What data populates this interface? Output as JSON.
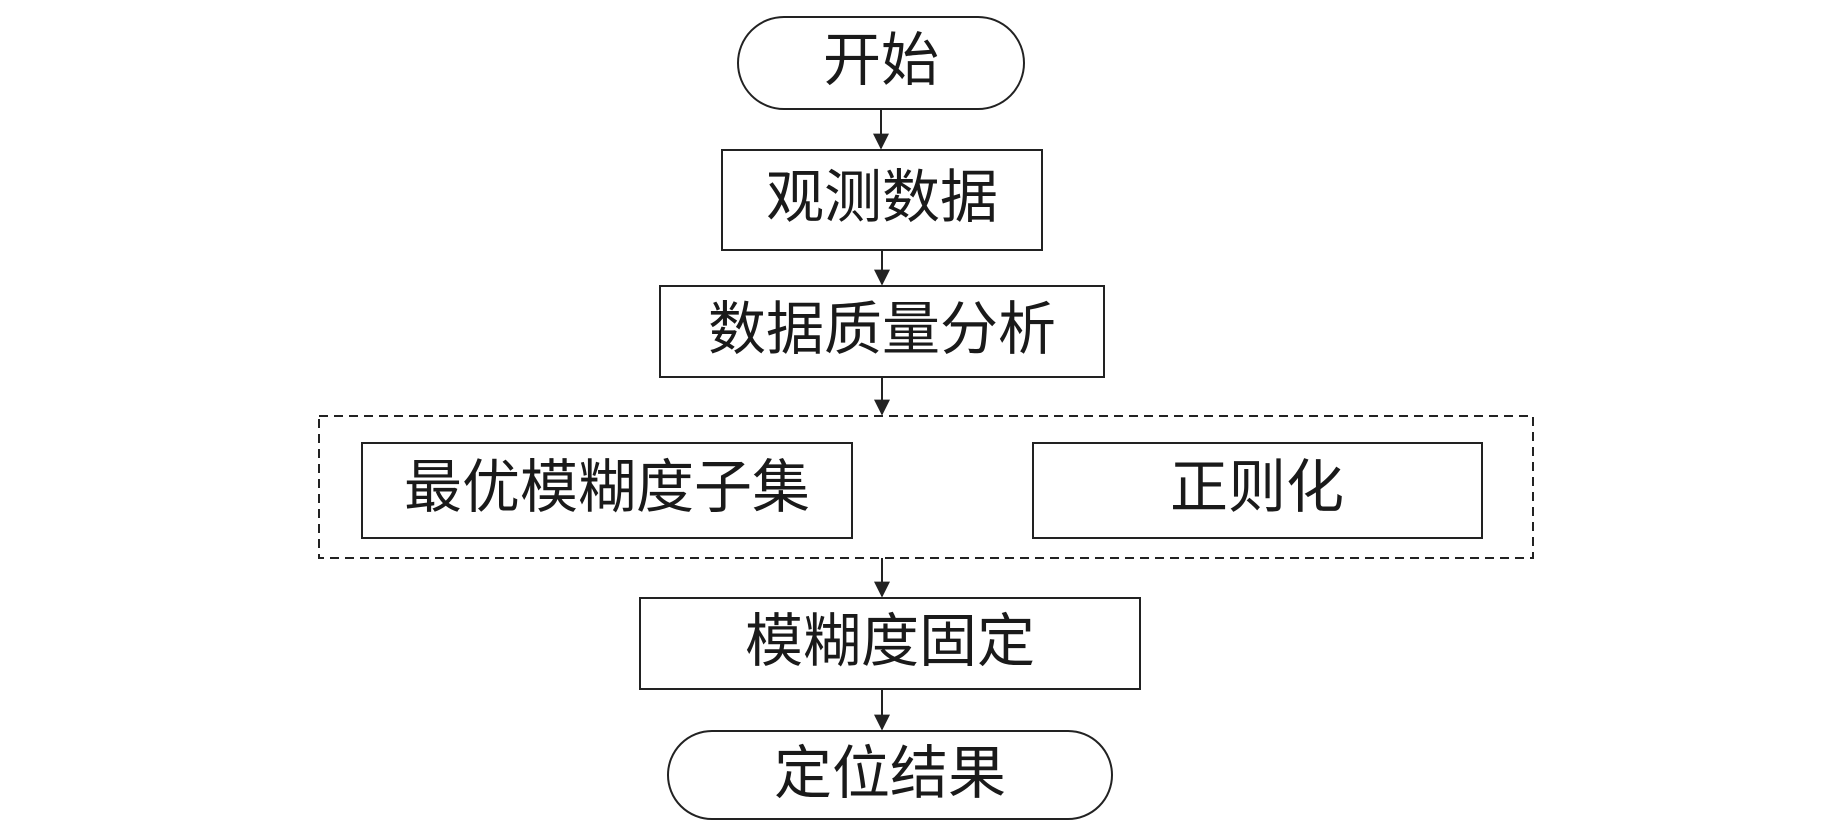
{
  "nodes": {
    "start": "开始",
    "observation": "观测数据",
    "quality": "数据质量分析",
    "subset": "最优模糊度子集",
    "regularization": "正则化",
    "fixing": "模糊度固定",
    "result": "定位结果"
  },
  "colors": {
    "stroke": "#222222",
    "text": "#1a1a1a",
    "background": "#ffffff"
  }
}
